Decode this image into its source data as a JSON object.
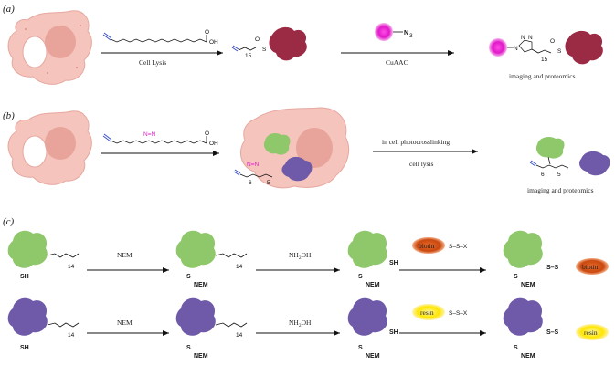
{
  "panels": {
    "a": {
      "label": "(a)",
      "arrow1_text": "Cell Lysis",
      "arrow2_text": "CuAAC",
      "azide_label": "N",
      "azide_sub": "3",
      "result_text": "imaging and proteomics",
      "triazole_n1": "N",
      "triazole_n2": "N",
      "triazole_n3": "N",
      "subscript_chain": "15",
      "acid_oh": "OH",
      "acid_o": "O",
      "thioester_s": "S",
      "thioester_o": "O"
    },
    "b": {
      "label": "(b)",
      "diazirine_text": "N=N",
      "arrow2_text_top": "in cell photocrosslinking",
      "arrow2_text_bottom": "cell lysis",
      "result_text": "imaging and proteomics",
      "acid_oh": "OH",
      "acid_o": "O",
      "sub_a": "6",
      "sub_b": "5"
    },
    "c": {
      "label": "(c)",
      "step1": "NEM",
      "step2": "NH2OH",
      "step2_main": "NH",
      "step2_sub": "2",
      "step2_tail": "OH",
      "sh": "SH",
      "s": "S",
      "nem": "NEM",
      "sub14": "14",
      "biotin": "biotin",
      "resin": "resin",
      "sx": "S–S–X",
      "ss": "S–S"
    }
  },
  "colors": {
    "cell": "#f4c4bd",
    "cell_edge": "#e6a89f",
    "nucleus": "#e8a49a",
    "protein_red": "#9b2a45",
    "protein_green": "#8fc86a",
    "protein_purple": "#6e5aa8",
    "magenta": "#e019c8",
    "biotin_fill": "#d6541a",
    "resin_fill": "#ffe600"
  }
}
